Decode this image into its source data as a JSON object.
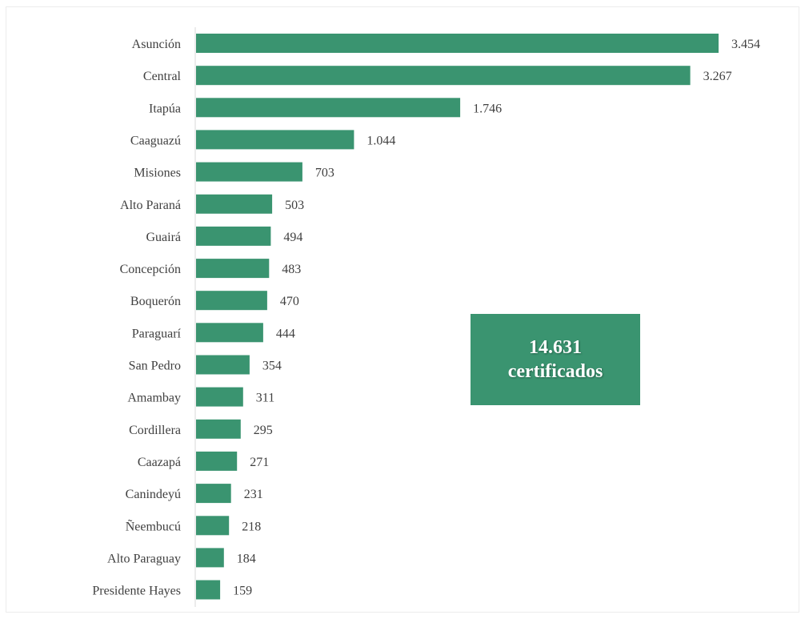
{
  "chart_data": {
    "type": "bar",
    "orientation": "horizontal",
    "categories": [
      "Asunción",
      "Central",
      "Itapúa",
      "Caaguazú",
      "Misiones",
      "Alto Paraná",
      "Guairá",
      "Concepción",
      "Boquerón",
      "Paraguarí",
      "San Pedro",
      "Amambay",
      "Cordillera",
      "Caazapá",
      "Canindeyú",
      "Ñeembucú",
      "Alto Paraguay",
      "Presidente Hayes"
    ],
    "values": [
      3454,
      3267,
      1746,
      1044,
      703,
      503,
      494,
      483,
      470,
      444,
      354,
      311,
      295,
      271,
      231,
      218,
      184,
      159
    ],
    "value_labels": [
      "3.454",
      "3.267",
      "1.746",
      "1.044",
      "703",
      "503",
      "494",
      "483",
      "470",
      "444",
      "354",
      "311",
      "295",
      "271",
      "231",
      "218",
      "184",
      "159"
    ],
    "title": "",
    "xlabel": "",
    "ylabel": "",
    "grid": false,
    "bar_color": "#3a9470"
  },
  "annotation": {
    "line1": "14.631",
    "line2": "certificados",
    "background": "#3a9470"
  }
}
